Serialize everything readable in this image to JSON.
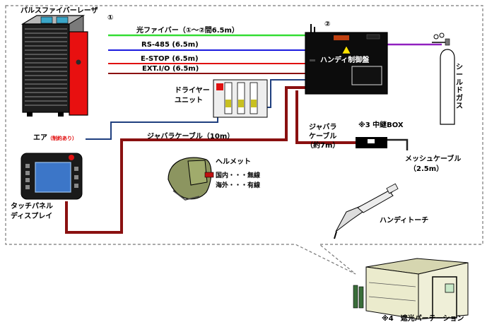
{
  "title_laser": "パルスファイバーレーザ",
  "num_1": "①",
  "num_2": "②",
  "cables": {
    "fiber": "光ファイバー（①～②間6.5m）",
    "rs485": "RS-485 (6.5m)",
    "estop": "E-STOP (6.5m)",
    "extio": "EXT.I/O (6.5m)",
    "bellows_long": "ジャバラケーブル（10m）",
    "bellows_7_l1": "ジャバラ",
    "bellows_7_l2": "ケーブル",
    "bellows_7_l3": "（約7m）",
    "mesh_l1": "メッシュケーブル",
    "mesh_l2": "（2.5m）"
  },
  "controller": {
    "label": "ハンディ制御盤"
  },
  "gas": {
    "label": "シールドガス"
  },
  "dryer": {
    "l1": "ドライヤー",
    "l2": "ユニット"
  },
  "air": {
    "label": "エア",
    "note": "（制約あり）"
  },
  "touch_panel": {
    "l1": "タッチパネル",
    "l2": "ディスプレイ"
  },
  "relay_box": {
    "label": "※3 中継BOX"
  },
  "helmet": {
    "label": "ヘルメット",
    "l1": "国内・・・無線",
    "l2": "海外・・・有線"
  },
  "torch": {
    "label": "ハンディトーチ"
  },
  "partition": {
    "label": "※4　遮光パーテーション"
  },
  "colors": {
    "fiber": "#33dd33",
    "rs485": "#1a1adf",
    "estop": "#e01010",
    "extio": "#8b1010",
    "bellows": "#8a1010",
    "air": "#1f3f7f",
    "gas": "#9020c0",
    "laser_red": "#e81010"
  }
}
